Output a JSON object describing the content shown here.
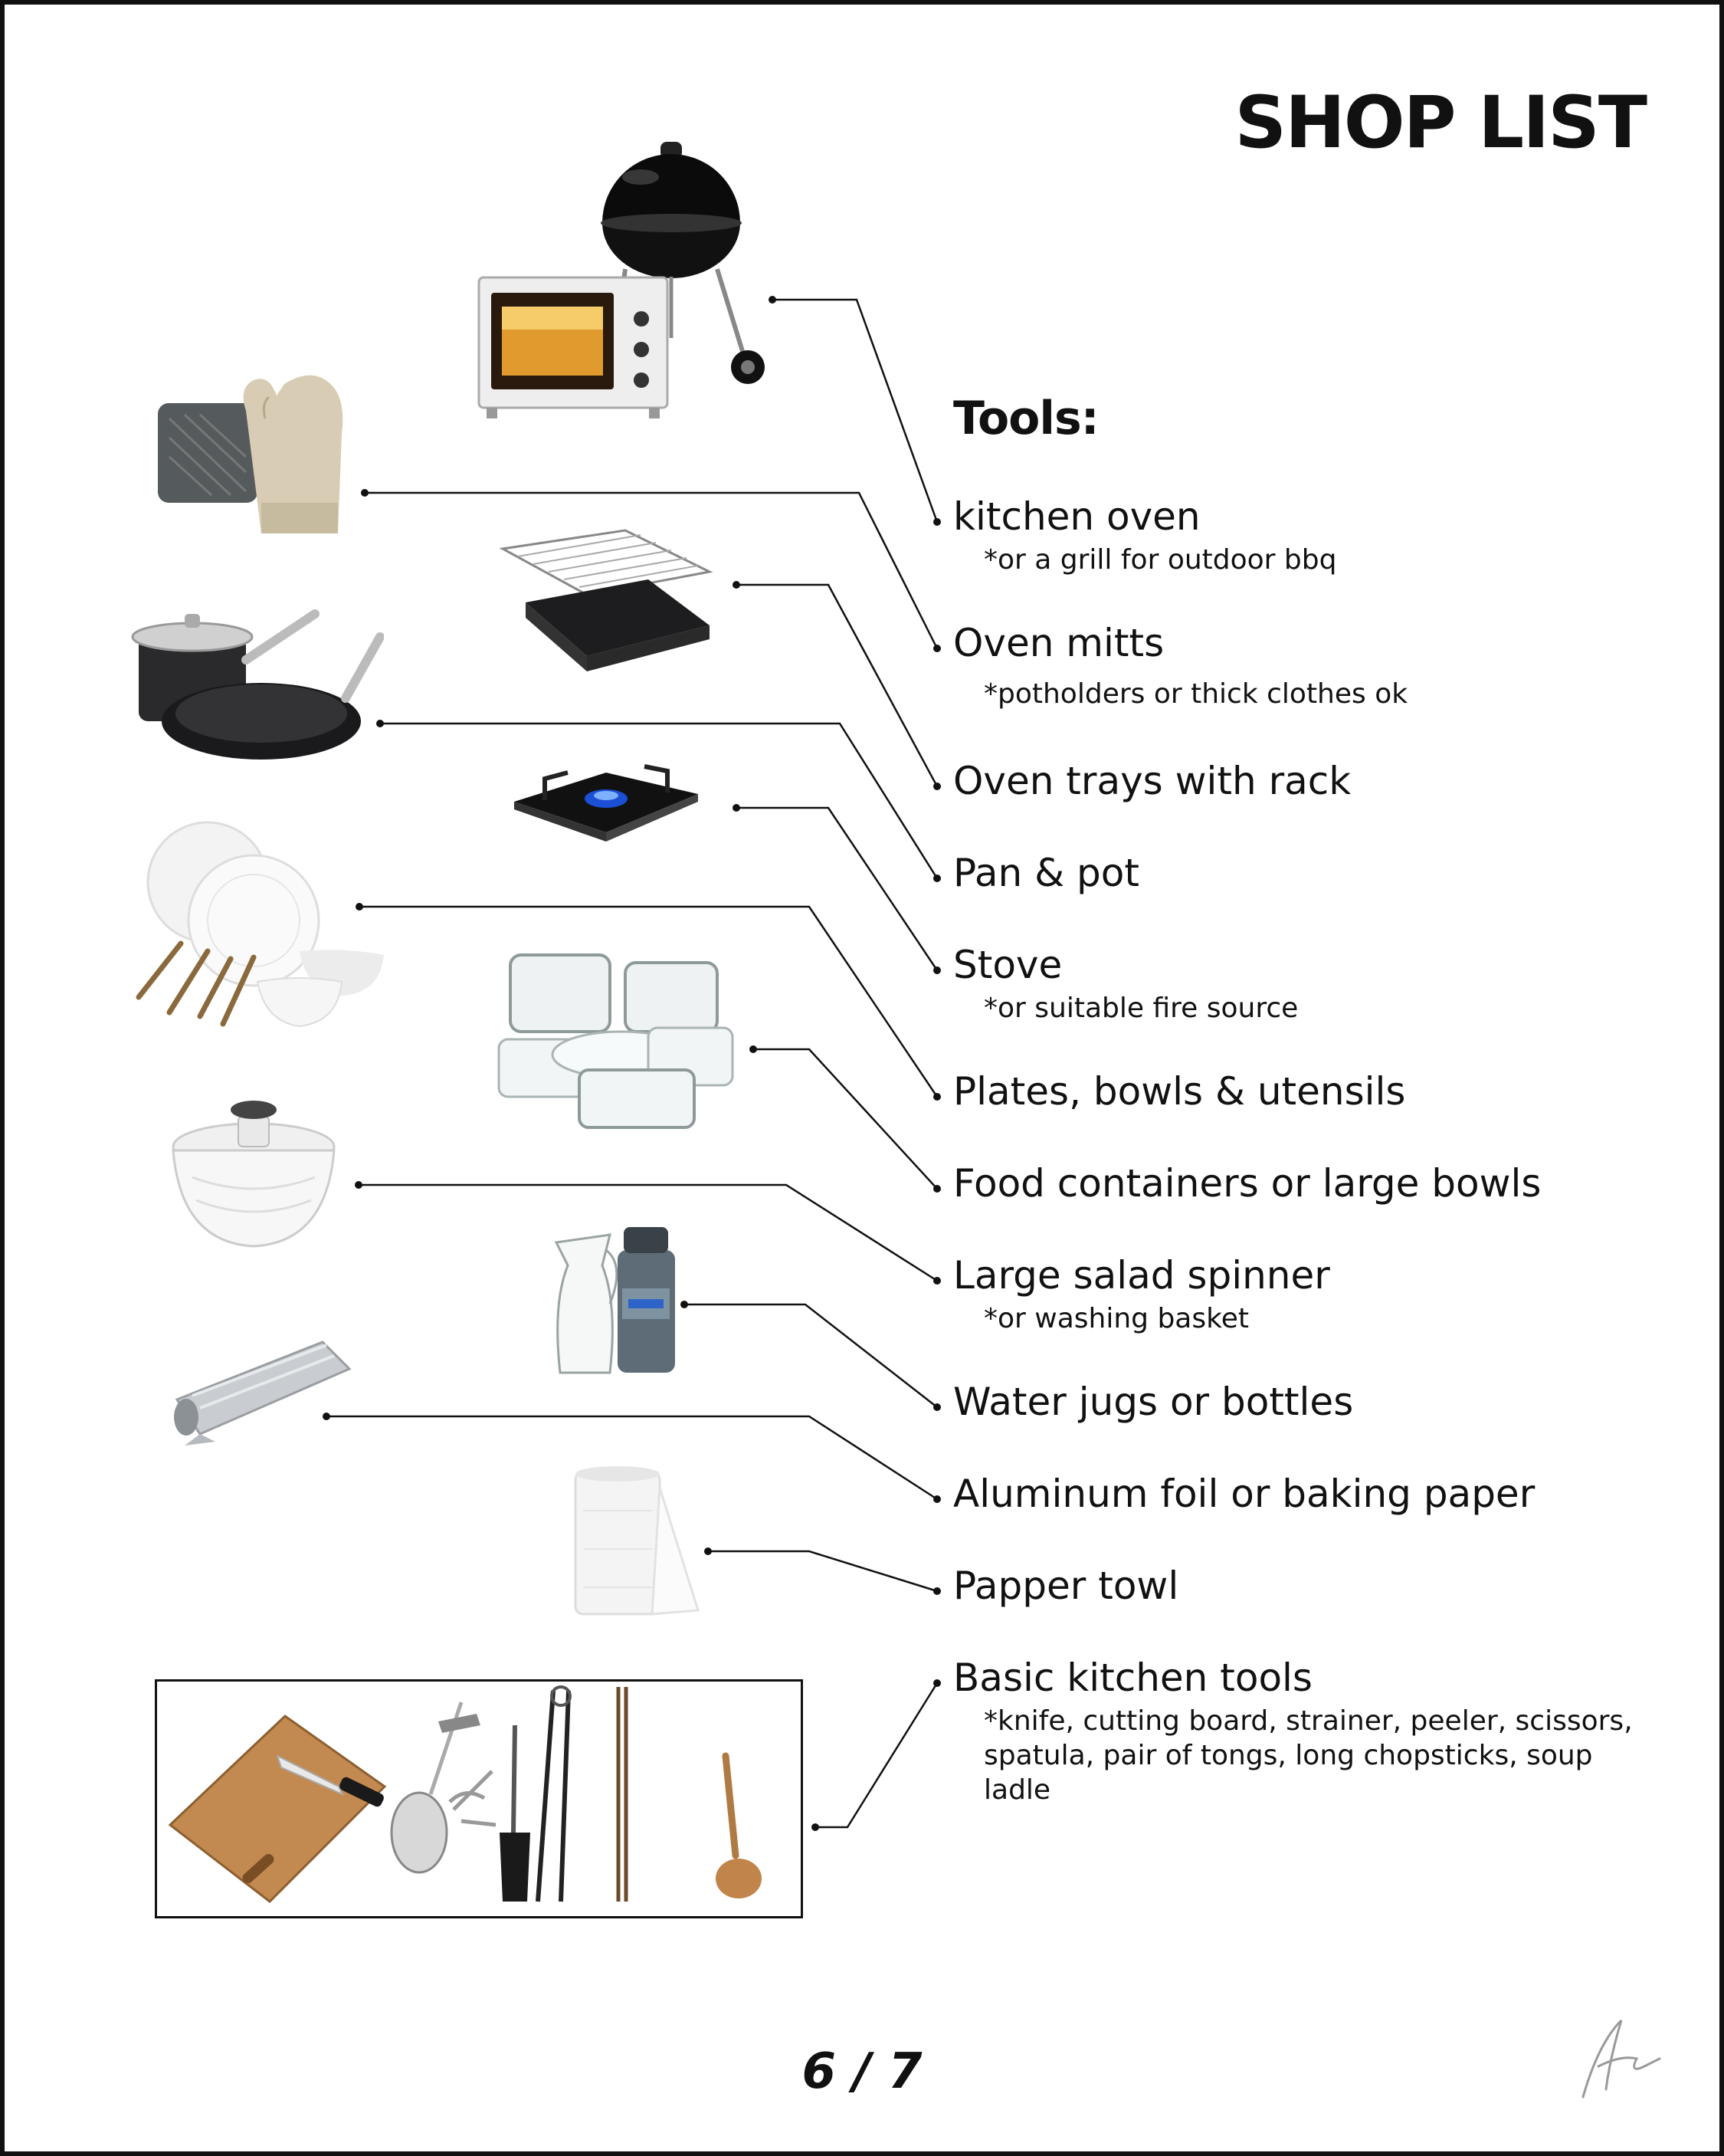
{
  "page": {
    "title": "SHOP LIST",
    "section_heading": "Tools:",
    "page_number": "6 / 7"
  },
  "items": [
    {
      "name": "kitchen oven",
      "note": "*or a grill for outdoor bbq"
    },
    {
      "name": "Oven mitts",
      "note": "*potholders or thick clothes ok"
    },
    {
      "name": "Oven trays with rack",
      "note": ""
    },
    {
      "name": "Pan & pot",
      "note": ""
    },
    {
      "name": "Stove",
      "note": "*or suitable fire source"
    },
    {
      "name": "Plates, bowls & utensils",
      "note": ""
    },
    {
      "name": "Food containers or large bowls",
      "note": ""
    },
    {
      "name": "Large salad spinner",
      "note": "*or washing basket"
    },
    {
      "name": "Water jugs or bottles",
      "note": ""
    },
    {
      "name": "Aluminum foil or baking paper",
      "note": ""
    },
    {
      "name": "Papper towl",
      "note": ""
    },
    {
      "name": "Basic kitchen tools",
      "note": "*knife, cutting board, strainer, peeler, scissors, spatula, pair of tongs, long chopsticks, soup ladle"
    }
  ],
  "colors": {
    "text": "#111111",
    "line": "#111111",
    "background": "#ffffff"
  },
  "icons": [
    "grill-icon",
    "oven-icon",
    "oven-mitts-icon",
    "oven-tray-icon",
    "pan-pot-icon",
    "stove-icon",
    "plates-icon",
    "containers-icon",
    "salad-spinner-icon",
    "water-jug-icon",
    "foil-icon",
    "paper-towel-icon",
    "kitchen-tools-icon"
  ]
}
